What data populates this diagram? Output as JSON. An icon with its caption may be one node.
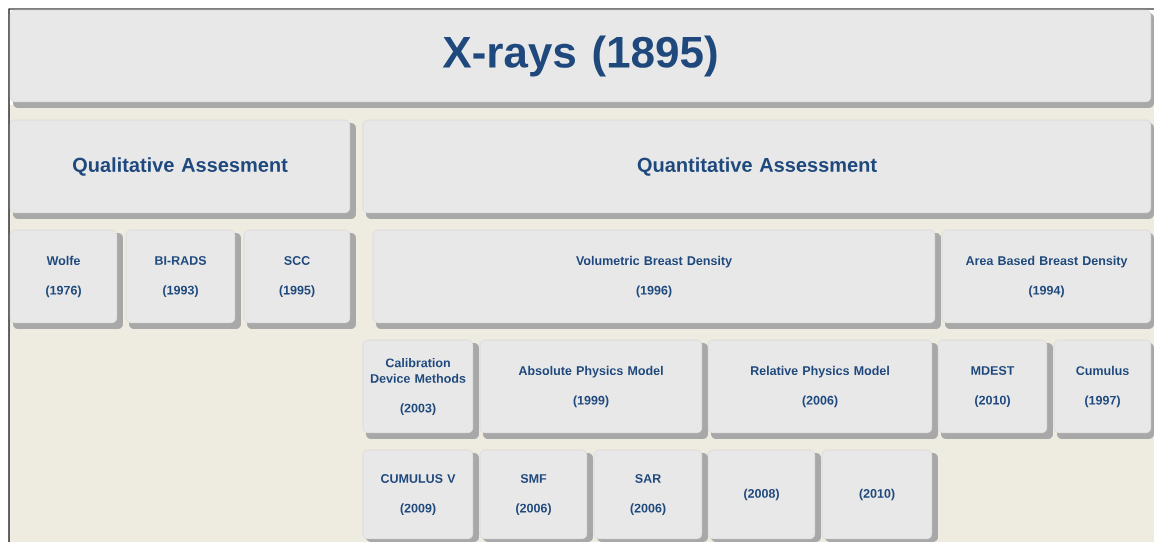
{
  "diagram": {
    "nodes": [
      {
        "text": [
          "X-rays (1895)"
        ]
      },
      {
        "text": [
          "Qualitative Assesment"
        ]
      },
      {
        "text": [
          "Quantitative Assessment"
        ]
      },
      {
        "text": [
          "Wolfe",
          "(1976)"
        ]
      },
      {
        "text": [
          "BI-RADS",
          "(1993)"
        ]
      },
      {
        "text": [
          "SCC",
          "(1995)"
        ]
      },
      {
        "text": [
          "Volumetric Breast Density",
          "(1996)"
        ]
      },
      {
        "text": [
          "Area Based Breast Density",
          "(1994)"
        ]
      },
      {
        "text": [
          "Calibration Device Methods",
          "(2003)"
        ]
      },
      {
        "text": [
          "Absolute Physics Model",
          "(1999)"
        ]
      },
      {
        "text": [
          "Relative Physics Model",
          "(2006)"
        ]
      },
      {
        "text": [
          "MDEST",
          "(2010)"
        ]
      },
      {
        "text": [
          "Cumulus",
          "(1997)"
        ]
      },
      {
        "text": [
          "CUMULUS V",
          "(2009)"
        ]
      },
      {
        "text": [
          "SMF",
          "(2006)"
        ]
      },
      {
        "text": [
          "SAR",
          "(2006)"
        ]
      },
      {
        "text": [
          "(2008)"
        ]
      },
      {
        "text": [
          "(2010)"
        ]
      }
    ]
  }
}
